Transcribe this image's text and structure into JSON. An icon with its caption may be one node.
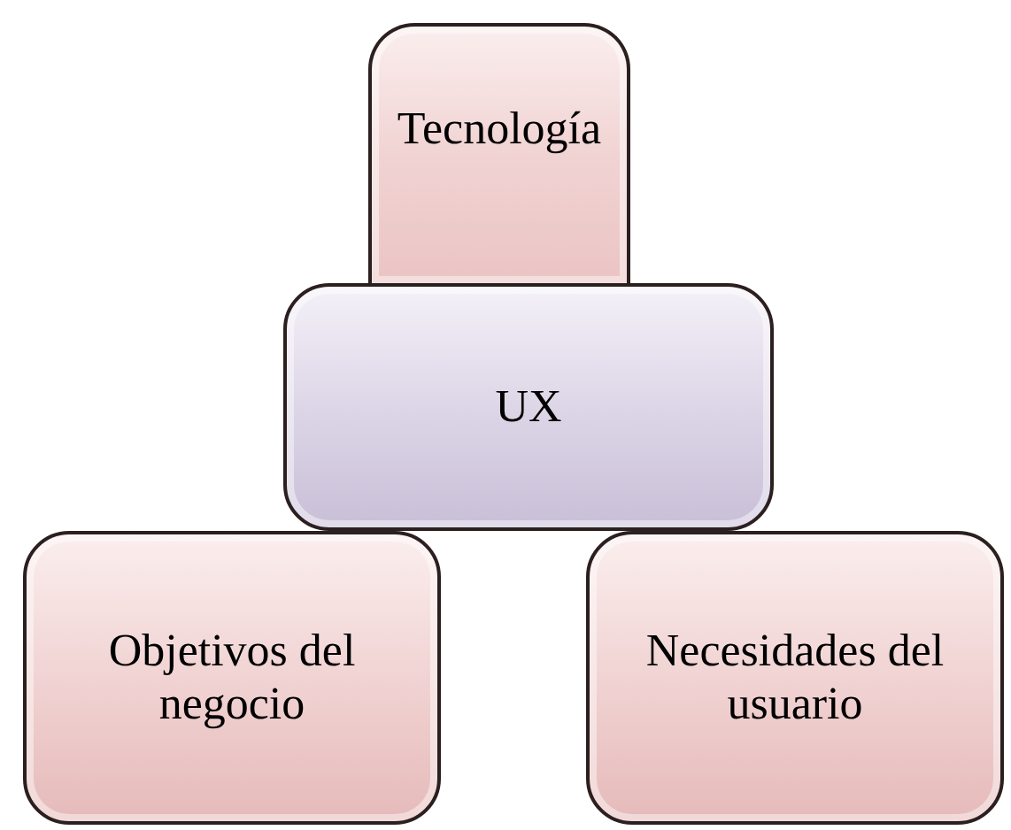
{
  "diagram": {
    "nodes": [
      {
        "text": [
          "Tecnología"
        ]
      },
      {
        "text": [
          "UX"
        ]
      },
      {
        "text": [
          "Objetivos del negocio"
        ]
      },
      {
        "text": [
          "Necesidades del usuario"
        ]
      }
    ]
  }
}
